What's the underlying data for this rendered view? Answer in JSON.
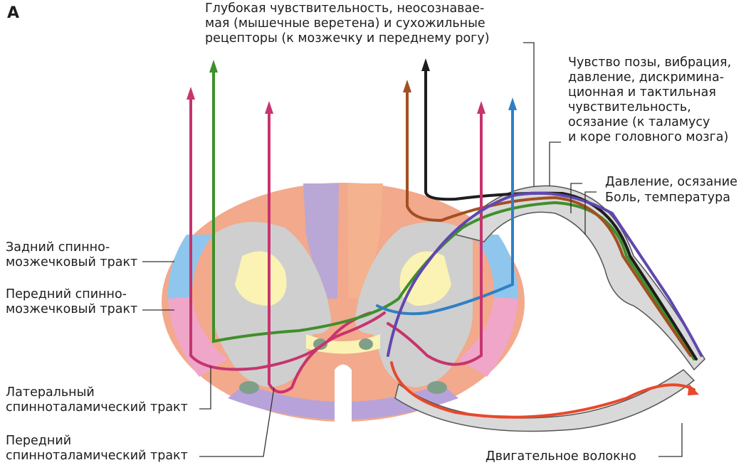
{
  "panel_letter": "A",
  "labels": {
    "deep_sensitivity": "Глубокая чувствительность, неосознавае-\nмая (мышечные веретена) и сухожильные\nрецепторы (к мозжечку и переднему рогу)",
    "position_sense": "Чувство позы, вибрация,\nдавление, дискримина-\nционная и тактильная\nчувствительность,\nосязание (к таламусу\nи коре головного мозга)",
    "pressure_touch": "Давление, осязание",
    "pain_temperature": "Боль, температура",
    "posterior_spinocerebellar": "Задний спинно-\nмозжечковый тракт",
    "anterior_spinocerebellar": "Передний спинно-\nмозжечковый тракт",
    "lateral_spinothalamic": "Латеральный\nспинноталамический тракт",
    "anterior_spinothalamic": "Передний\nспинноталамический тракт",
    "motor_fiber": "Двигательное волокно"
  },
  "colors": {
    "white_matter": "#f2a98c",
    "gray_matter": "#cfcfcf",
    "posterior_columns": "#b9a7d6",
    "spinocerebellar": "#8fc6ee",
    "anterior_pink": "#f0a6c8",
    "ventral_purple": "#b7a3d9",
    "yellow": "#fbf3b3",
    "pathway_magenta": "#c7346e",
    "pathway_green": "#3f8f2a",
    "pathway_brown": "#a24f22",
    "pathway_black": "#1d1d1d",
    "pathway_blue": "#2f80c4",
    "pathway_violet": "#6047b0",
    "pathway_red": "#e8482b"
  }
}
